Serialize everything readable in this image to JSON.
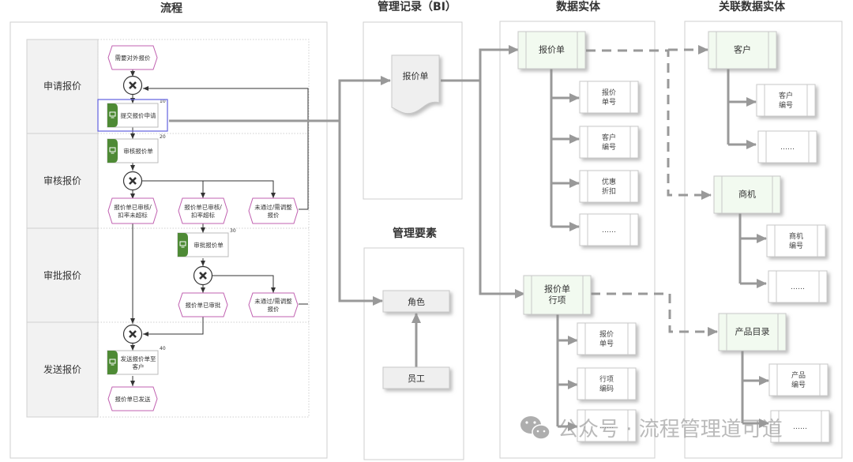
{
  "columns": {
    "process": "流程",
    "records": "管理记录（BI）",
    "elements": "管理要素",
    "entities": "数据实体",
    "related": "关联数据实体"
  },
  "lanes": [
    "申请报价",
    "审核报价",
    "审批报价",
    "发送报价"
  ],
  "events": {
    "start": "需要对外报价",
    "approved_not_exceed": [
      "报价单已审核/",
      "扣率未超标"
    ],
    "approved_exceed": [
      "报价单已审核/",
      "扣率超标"
    ],
    "rejected_review": [
      "未通过/需调整",
      "报价"
    ],
    "approved_final": "报价单已审批",
    "rejected_approval": [
      "未通过/需调整",
      "报价"
    ],
    "sent": "报价单已发送"
  },
  "tasks": [
    {
      "num": "10",
      "label": [
        "提交报价申请"
      ]
    },
    {
      "num": "20",
      "label": [
        "审核报价单"
      ]
    },
    {
      "num": "30",
      "label": [
        "审批报价单"
      ]
    },
    {
      "num": "40",
      "label": [
        "发送报价单至",
        "客户"
      ]
    }
  ],
  "records": {
    "document": "报价单"
  },
  "elements": {
    "role": "角色",
    "employee": "员工"
  },
  "entities": {
    "quote": {
      "name": "报价单",
      "attrs": [
        [
          "报价",
          "单号"
        ],
        [
          "客户",
          "编号"
        ],
        [
          "优惠",
          "折扣"
        ],
        [
          "……"
        ]
      ]
    },
    "quote_line": {
      "name": [
        "报价单",
        "行项"
      ],
      "attrs": [
        [
          "报价",
          "单号"
        ],
        [
          "行项",
          "编码"
        ],
        [
          "……"
        ]
      ]
    }
  },
  "related": {
    "customer": {
      "name": "客户",
      "attrs": [
        [
          "客户",
          "编号"
        ],
        [
          "……"
        ]
      ]
    },
    "opportunity": {
      "name": "商机",
      "attrs": [
        [
          "商机",
          "编号"
        ],
        [
          "……"
        ]
      ]
    },
    "product": {
      "name": "产品目录",
      "attrs": [
        [
          "产品",
          "编号"
        ],
        [
          "……"
        ]
      ]
    }
  },
  "watermark": "公众号 · 流程管理道可道",
  "colors": {
    "task_green": "#4e8a35",
    "event_pink": "#c060b0",
    "entity_fill": "#f2faf0",
    "connector": "#999999",
    "selection": "#6060e0"
  }
}
